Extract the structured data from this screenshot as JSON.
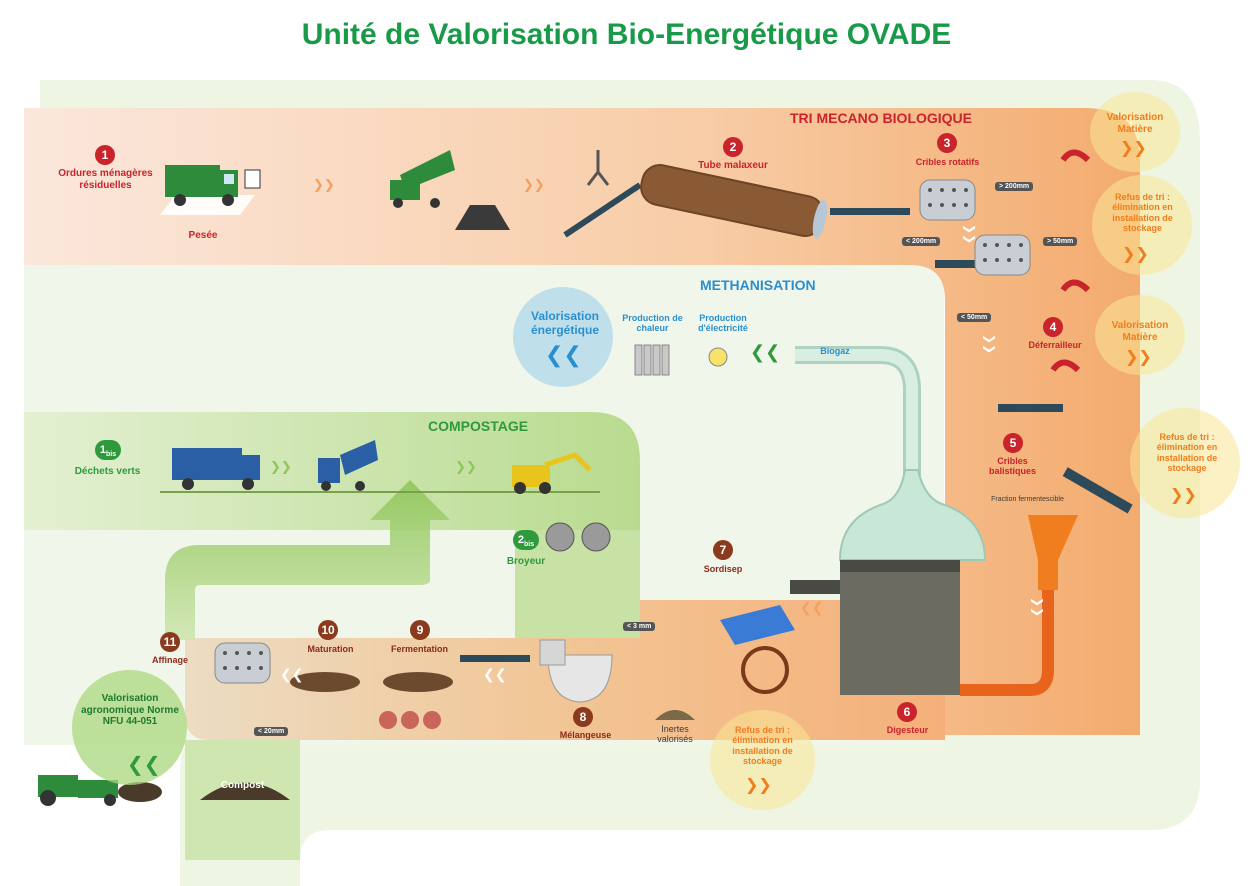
{
  "title": "Unité de Valorisation Bio-Energétique OVADE",
  "sections": {
    "tri": "TRI MECANO BIOLOGIQUE",
    "methanisation": "METHANISATION",
    "compostage": "COMPOSTAGE"
  },
  "steps": {
    "s1": {
      "num": "1",
      "label": "Ordures ménagères résiduelles"
    },
    "pesee": "Pesée",
    "s2": {
      "num": "2",
      "label": "Tube malaxeur"
    },
    "s3": {
      "num": "3",
      "label": "Cribles rotatifs"
    },
    "s4": {
      "num": "4",
      "label": "Déferrailleur"
    },
    "s5": {
      "num": "5",
      "label": "Cribles balistiques"
    },
    "s6": {
      "num": "6",
      "label": "Digesteur"
    },
    "s7": {
      "num": "7",
      "label": "Sordisep"
    },
    "s8": {
      "num": "8",
      "label": "Mélangeuse"
    },
    "s9": {
      "num": "9",
      "label": "Fermentation"
    },
    "s10": {
      "num": "10",
      "label": "Maturation"
    },
    "s11": {
      "num": "11",
      "label": "Affinage"
    },
    "s1bis": {
      "num": "1",
      "sub": "bis",
      "label": "Déchets verts"
    },
    "s2bis": {
      "num": "2",
      "sub": "bis",
      "label": "Broyeur"
    }
  },
  "sizes": {
    "gt200": "> 200mm",
    "lt200": "< 200mm",
    "gt50": "> 50mm",
    "lt50": "< 50mm",
    "lt3": "< 3 mm",
    "lt20": "< 20mm"
  },
  "outputs": {
    "valmat1": "Valorisation Matière",
    "refus1": "Refus de tri : élimination en installation de stockage",
    "valmat2": "Valorisation Matière",
    "refus2": "Refus de tri : élimination en installation de stockage",
    "refus3": "Refus de tri : élimination en installation de stockage",
    "valener": "Valorisation énergétique",
    "valagro": "Valorisation agronomique Norme NFU 44-051"
  },
  "misc": {
    "chaleur": "Production de chaleur",
    "electricite": "Production d'électricité",
    "biogaz": "Biogaz",
    "fraction": "Fraction fermentescible",
    "inertes": "Inertes valorisés",
    "compost": "Compost"
  },
  "icons": [
    "truck-icon",
    "tipper-truck-icon",
    "grapple-icon",
    "conveyor-icon",
    "drum-icon",
    "magnet-icon",
    "radiator-icon",
    "bulb-icon",
    "loader-icon",
    "shredder-icon",
    "mixer-icon",
    "hopper-icon",
    "fan-icon",
    "tractor-icon",
    "scale-icon"
  ],
  "colors": {
    "title": "#189a49",
    "tri_band": "#f4b07a",
    "metha_band": "#e4efd6",
    "compost_band": "#a9d27c",
    "number_red": "#c9232b",
    "number_brown": "#8b3a1e",
    "number_green": "#2f9a3c",
    "orange_chevron": "#f07d1e",
    "blue": "#2a8fd0"
  }
}
